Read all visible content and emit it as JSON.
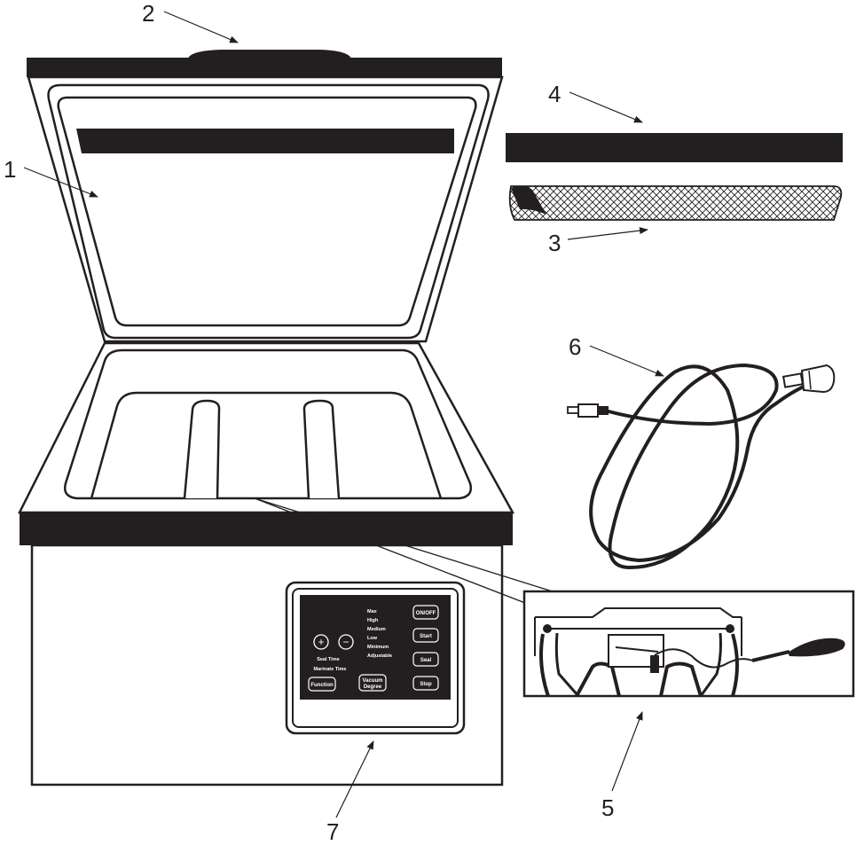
{
  "callouts": {
    "c1": "1",
    "c2": "2",
    "c3": "3",
    "c4": "4",
    "c5": "5",
    "c6": "6",
    "c7": "7"
  },
  "control_panel": {
    "plus_symbol": "+",
    "minus_symbol": "−",
    "seal_time": "Seal Time",
    "marinate_time": "Marinate Time",
    "levels": [
      "Max",
      "High",
      "Medium",
      "Low",
      "Minimum",
      "Adjustable"
    ],
    "buttons": {
      "on_off": "ON/OFF",
      "start": "Start",
      "seal": "Seal",
      "stop": "Stop",
      "function": "Function",
      "vacuum_line1": "Vacuum",
      "vacuum_line2": "Degree"
    }
  },
  "colors": {
    "line": "#231f20",
    "fill": "#ffffff"
  }
}
